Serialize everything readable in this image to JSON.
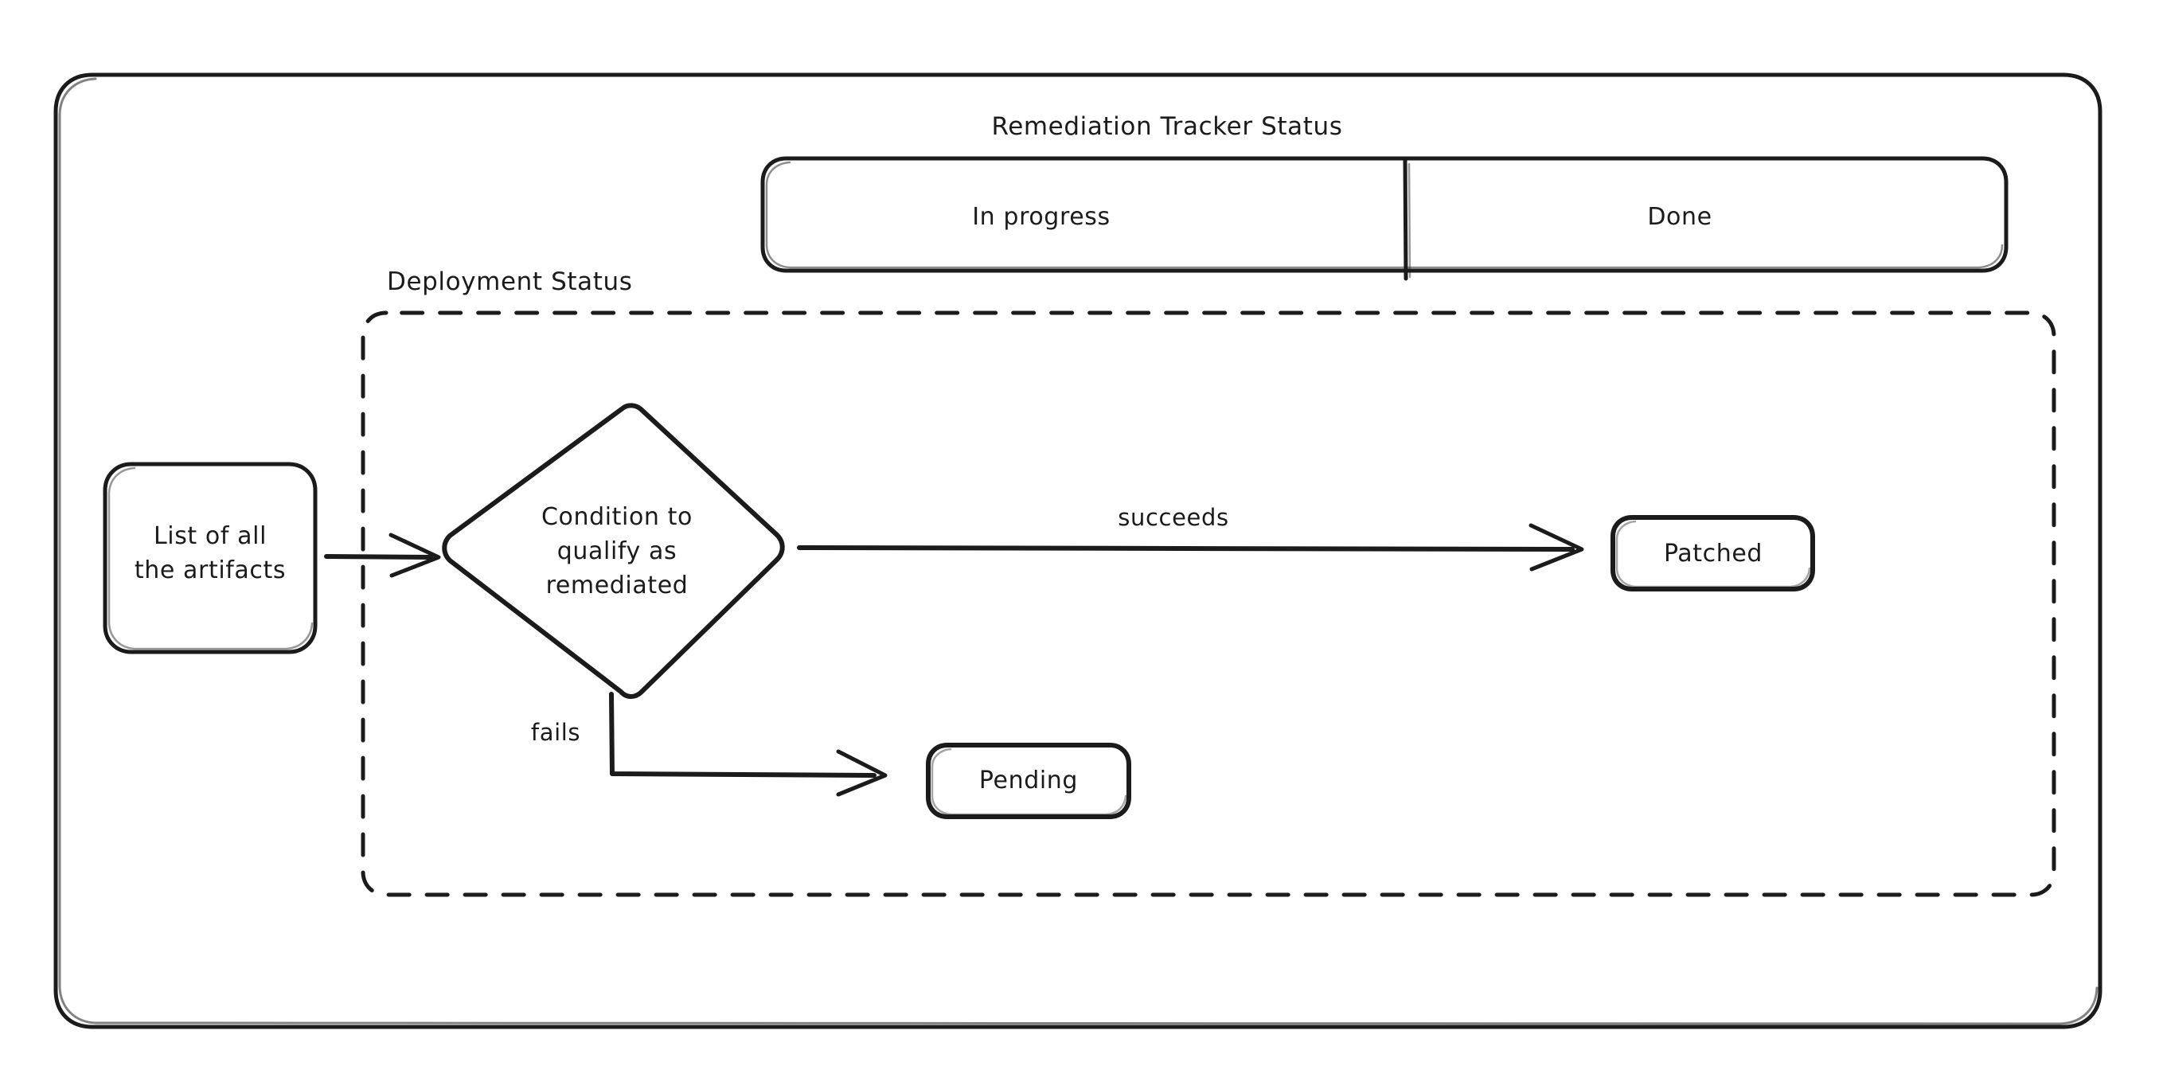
{
  "diagram": {
    "title_label": "Remediation Tracker Status",
    "background_color": "#ffffff",
    "stroke_color": "#1b1b1b",
    "swimlane": {
      "name": "remediation-tracker-status",
      "lanes": [
        {
          "label": "In progress"
        },
        {
          "label": "Done"
        }
      ]
    },
    "group": {
      "label": "Deployment Status",
      "border_style": "dashed"
    },
    "nodes": [
      {
        "id": "artifacts",
        "label": "List of all the artifacts",
        "shape": "rounded-rect",
        "lines": [
          "List of all",
          "the artifacts"
        ]
      },
      {
        "id": "condition",
        "label": "Condition to qualify as remediated",
        "shape": "diamond",
        "lines": [
          "Condition to",
          "qualify as",
          "remediated"
        ]
      },
      {
        "id": "patched",
        "label": "Patched",
        "shape": "rounded-rect",
        "lines": [
          "Patched"
        ]
      },
      {
        "id": "pending",
        "label": "Pending",
        "shape": "rounded-rect",
        "lines": [
          "Pending"
        ]
      }
    ],
    "edges": [
      {
        "id": "artifacts-to-condition",
        "from": "artifacts",
        "to": "condition",
        "label": ""
      },
      {
        "id": "condition-to-patched",
        "from": "condition",
        "to": "patched",
        "label": "succeeds"
      },
      {
        "id": "condition-to-pending",
        "from": "condition",
        "to": "pending",
        "label": "fails"
      }
    ]
  }
}
